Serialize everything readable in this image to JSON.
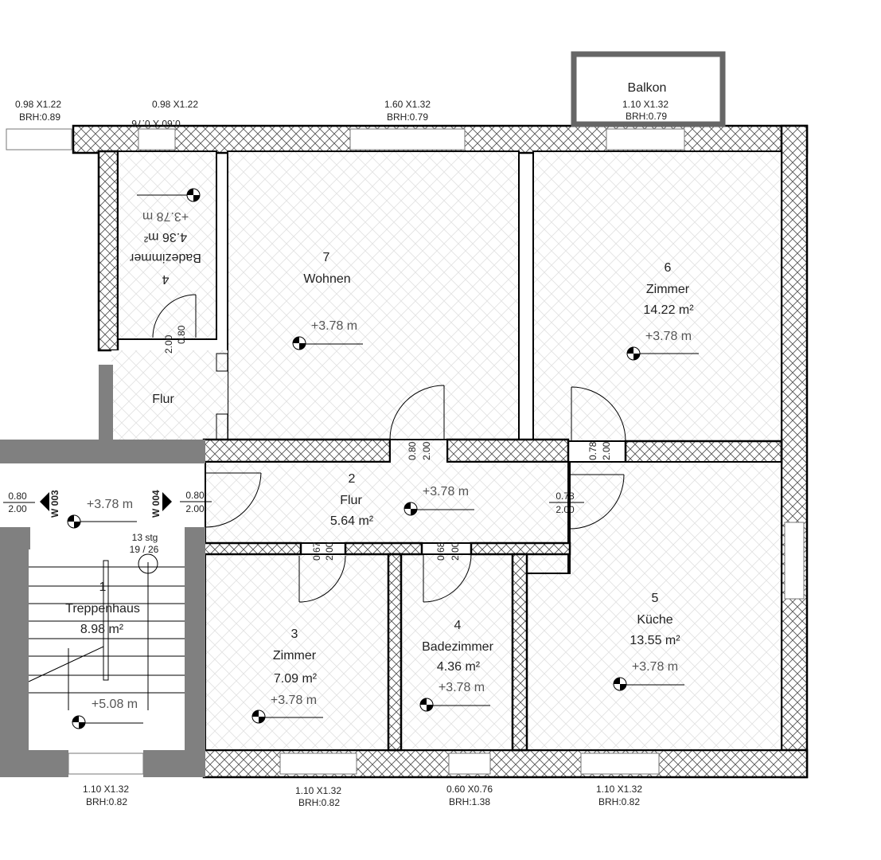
{
  "balcony_label": "Balkon",
  "windows": [
    {
      "id": "w1",
      "size": "0.98 X1.22",
      "brh": "BRH:0.89"
    },
    {
      "id": "w2",
      "size": "0.98 X1.22",
      "brh": "0.60 X 0.76"
    },
    {
      "id": "w3",
      "size": "1.60 X1.32",
      "brh": "BRH:0.79"
    },
    {
      "id": "w4",
      "size": "1.10 X1.32",
      "brh": "BRH:0.79"
    },
    {
      "id": "w5",
      "size": "1.10 X1.32",
      "brh": "BRH:0.82"
    },
    {
      "id": "w6",
      "size": "1.10 X1.32",
      "brh": "BRH:0.82"
    },
    {
      "id": "w7",
      "size": "0.60 X0.76",
      "brh": "BRH:1.38"
    },
    {
      "id": "w8",
      "size": "1.10 X1.32",
      "brh": "BRH:0.82"
    }
  ],
  "rooms": {
    "r1": {
      "num": "1",
      "name": "Treppenhaus",
      "area": "8.98 m²",
      "elev": "+5.08 m"
    },
    "r2": {
      "num": "2",
      "name": "Flur",
      "area": "5.64 m²",
      "elev": "+3.78 m"
    },
    "r3": {
      "num": "3",
      "name": "Zimmer",
      "area": "7.09 m²",
      "elev": "+3.78 m"
    },
    "r4": {
      "num": "4",
      "name": "Badezimmer",
      "area": "4.36 m²",
      "elev": "+3.78 m"
    },
    "r4u": {
      "num": "4",
      "name": "Badezimmer",
      "area": "4.36 m²",
      "elev": "+3.78 m"
    },
    "r5": {
      "num": "5",
      "name": "Küche",
      "area": "13.55 m²",
      "elev": "+3.78 m"
    },
    "r6": {
      "num": "6",
      "name": "Zimmer",
      "area": "14.22 m²",
      "elev": "+3.78 m"
    },
    "r7": {
      "num": "7",
      "name": "Wohnen",
      "elev": "+3.78 m"
    },
    "flur_left": {
      "name": "Flur"
    },
    "stair_landing": {
      "elev": "+3.78 m"
    }
  },
  "doors": {
    "d_bath_upper": {
      "w": "0.80",
      "h": "2.00"
    },
    "d_living": {
      "w": "0.80",
      "h": "2.00"
    },
    "d_room6": {
      "w": "0.78",
      "h": "2.00"
    },
    "d_kitchen": {
      "w": "0.78",
      "h": "2.00"
    },
    "d_room3": {
      "w": "0.67",
      "h": "2.00"
    },
    "d_bath": {
      "w": "0.68",
      "h": "2.00"
    },
    "d_entry_left": {
      "w": "0.80",
      "h": "2.00"
    },
    "d_entry_right": {
      "w": "0.80",
      "h": "2.00"
    }
  },
  "doors_upper_mirrored": {
    "w": "0.80",
    "h": "2.00"
  },
  "stair": {
    "steps": "13 stg",
    "rise": "19 / 26"
  },
  "markers": {
    "w003": "W 003",
    "w004": "W 004"
  }
}
